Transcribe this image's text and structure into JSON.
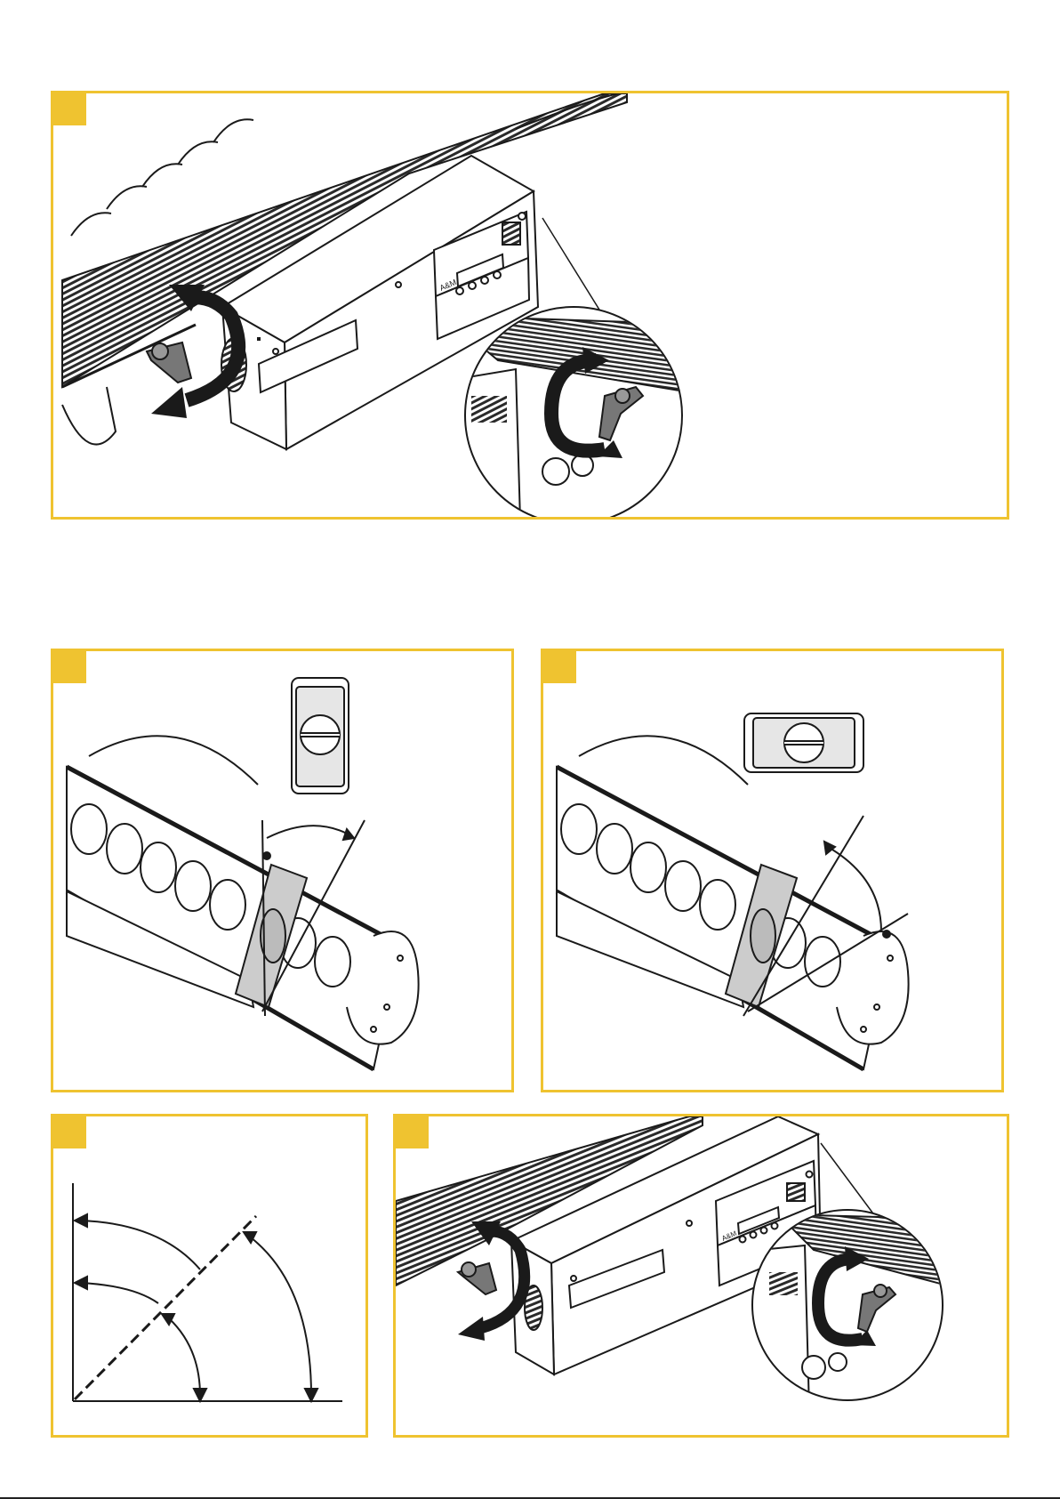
{
  "page": {
    "accent_color": "#efc330",
    "line_color": "#1a1a1a"
  },
  "panels": [
    {
      "id": "top",
      "label": "",
      "content": "fixture-lock-lever-detail"
    },
    {
      "id": "middle-left",
      "label": "",
      "content": "phone-inclinometer-vertical"
    },
    {
      "id": "middle-right",
      "label": "",
      "content": "phone-inclinometer-horizontal"
    },
    {
      "id": "bottom-left",
      "label": "",
      "content": "angle-diagram"
    },
    {
      "id": "bottom-right",
      "label": "",
      "content": "fixture-lock-lever-detail"
    }
  ],
  "fixture_display": {
    "logo_text": "A&M"
  }
}
